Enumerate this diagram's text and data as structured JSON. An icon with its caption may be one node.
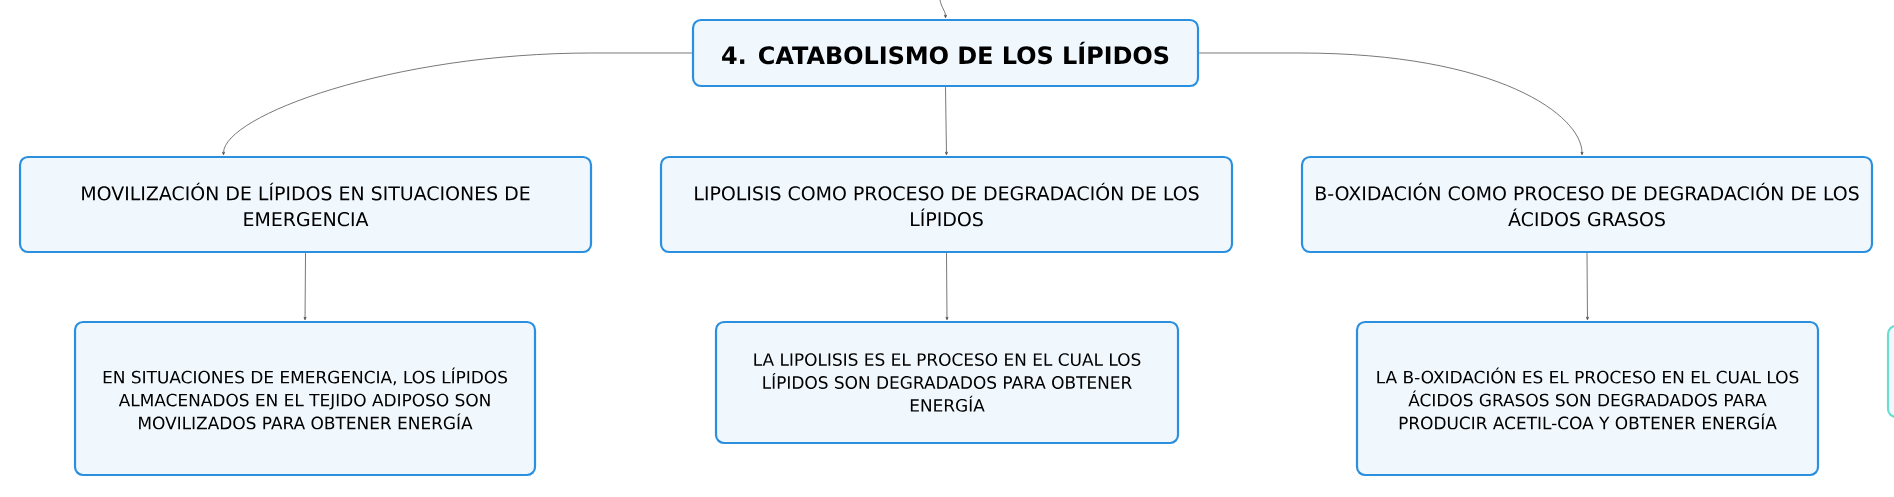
{
  "diagram": {
    "nodes": [
      {
        "text": [
          "4. CATABOLISMO DE LOS LÍPIDOS"
        ]
      },
      {
        "text": [
          "MOVILIZACIÓN DE LÍPIDOS EN SITUACIONES DE EMERGENCIA"
        ]
      },
      {
        "text": [
          "LIPOLISIS COMO PROCESO DE DEGRADACIÓN DE LOS LÍPIDOS"
        ]
      },
      {
        "text": [
          "Β-OXIDACIÓN COMO PROCESO DE DEGRADACIÓN DE LOS ÁCIDOS GRASOS"
        ]
      },
      {
        "text": [
          "EN SITUACIONES DE EMERGENCIA, LOS LÍPIDOS ALMACENADOS EN EL TEJIDO ADIPOSO SON MOVILIZADOS PARA OBTENER ENERGÍA"
        ]
      },
      {
        "text": [
          "LA LIPOLISIS ES EL PROCESO EN EL CUAL LOS LÍPIDOS SON DEGRADADOS PARA OBTENER ENERGÍA"
        ]
      },
      {
        "text": [
          "LA Β-OXIDACIÓN ES EL PROCESO EN EL CUAL LOS ÁCIDOS GRASOS SON DEGRADADOS PARA PRODUCIR ACETIL-COA Y OBTENER ENERGÍA"
        ]
      },
      {
        "text": [],
        "shape": "box"
      }
    ],
    "edges": [
      {
        "from": null,
        "to": 0,
        "arrow": "to"
      },
      {
        "from": 0,
        "to": 1,
        "arrow": "to"
      },
      {
        "from": 0,
        "to": 2,
        "arrow": "to"
      },
      {
        "from": 0,
        "to": 3,
        "arrow": "to"
      },
      {
        "from": 1,
        "to": 4,
        "arrow": "to"
      },
      {
        "from": 2,
        "to": 5,
        "arrow": "to"
      },
      {
        "from": 3,
        "to": 6,
        "arrow": "to"
      }
    ]
  }
}
